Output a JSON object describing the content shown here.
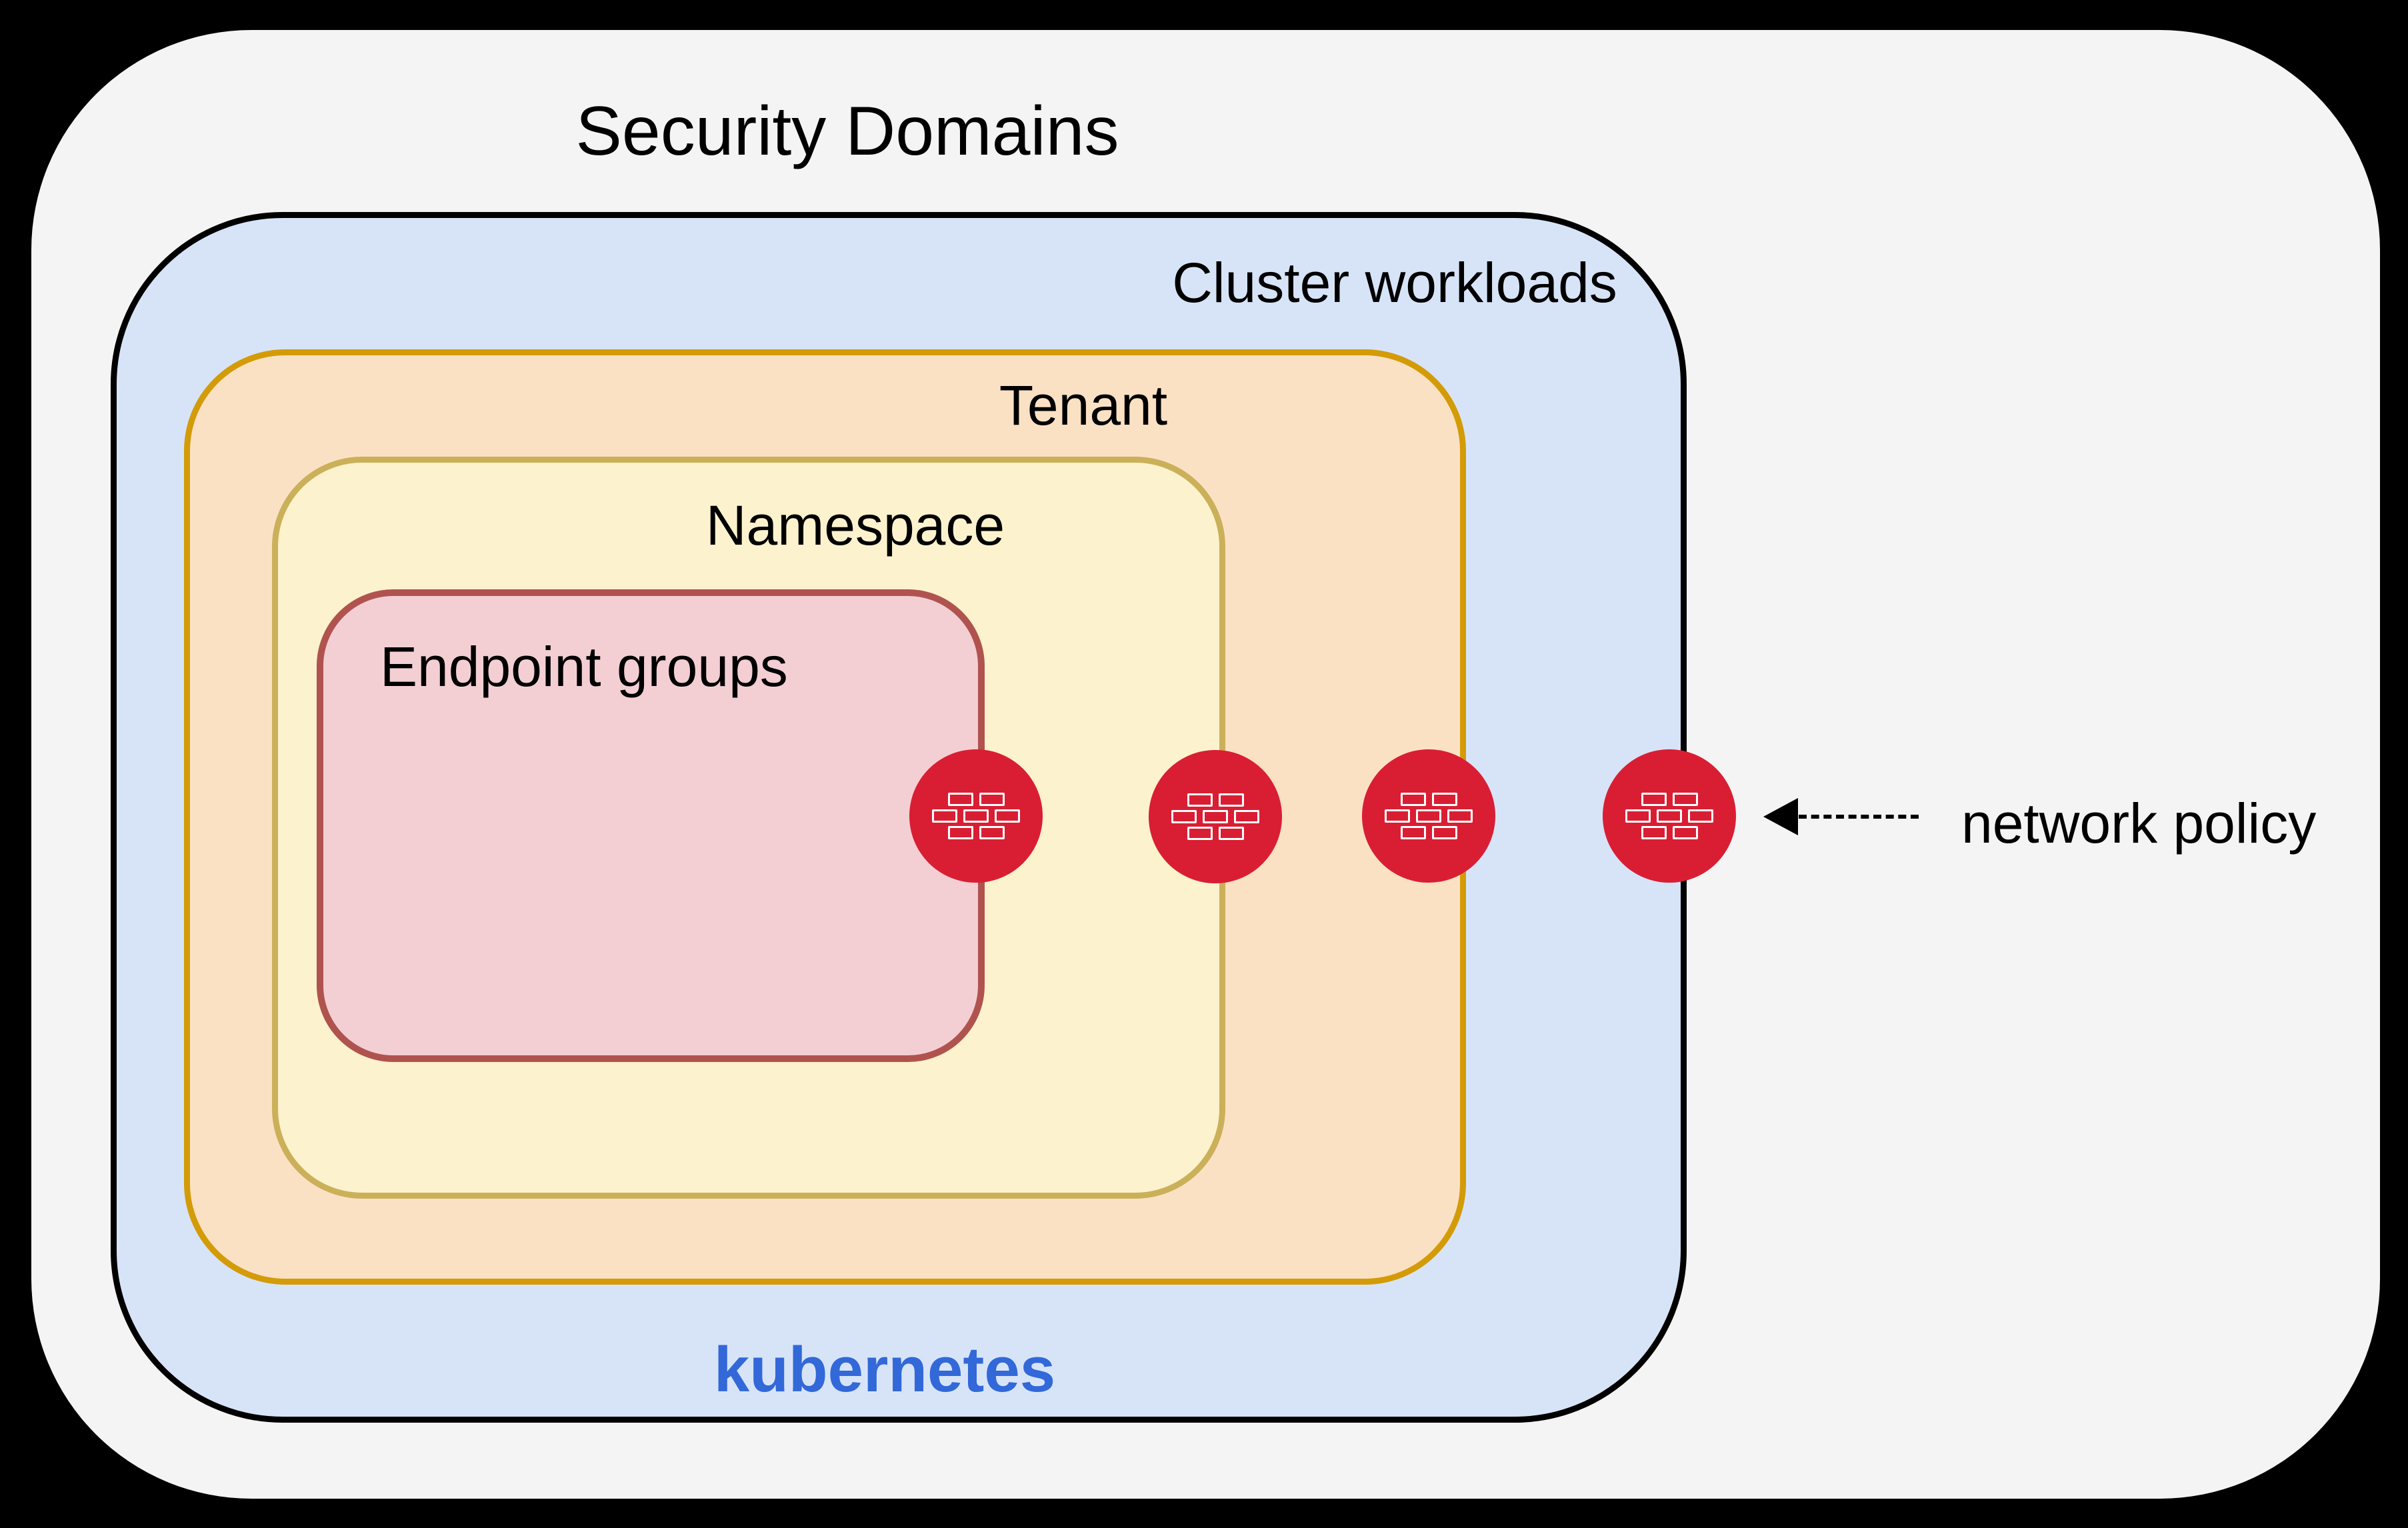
{
  "title": "Security Domains",
  "boxes": {
    "cluster": {
      "label": "Cluster workloads",
      "fill": "#D7E4F8",
      "border": "#000000"
    },
    "tenant": {
      "label": "Tenant",
      "fill": "#FBE1C4",
      "border": "#D49B08"
    },
    "namespace": {
      "label": "Namespace",
      "fill": "#FCF2CE",
      "border": "#CBB05A"
    },
    "endpoint_groups": {
      "label": "Endpoint groups",
      "fill": "#F3CFD4",
      "border": "#B0534F"
    }
  },
  "kubernetes": {
    "label": "kubernetes",
    "color": "#3268D8"
  },
  "firewalls": {
    "count": 4,
    "color": "#D91E33",
    "icon": "firewall-brick-wall-icon"
  },
  "annotation": {
    "label": "network policy",
    "arrow_style": "dashed",
    "arrow_direction": "left"
  },
  "colors": {
    "page_background": "#000000",
    "outer_card_fill": "#F4F4F4",
    "text": "#000000"
  }
}
